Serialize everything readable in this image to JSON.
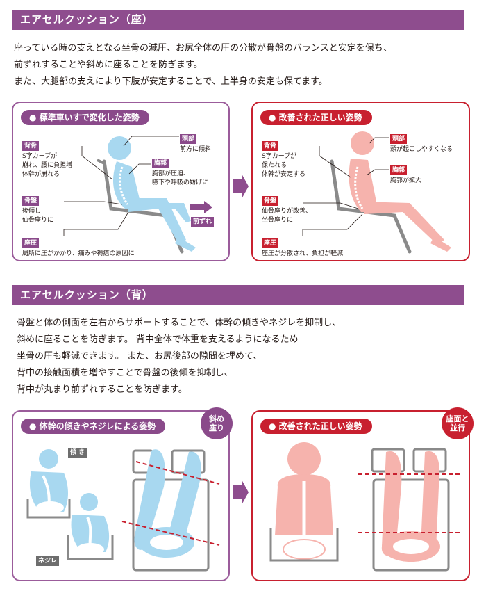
{
  "section1": {
    "header": "エアセルクッション（座）",
    "paragraph": [
      "座っている時の支えとなる坐骨の減圧、お尻全体の圧の分散が骨盤のバランスと安定を保ち、",
      "前ずれすることや斜めに座ることを防ぎます。",
      "また、大腿部の支えにより下肢が安定することで、上半身の安定も保てます。"
    ],
    "left_panel": {
      "title": "● 標準車いすで変化した姿勢",
      "labels": {
        "head": {
          "tag": "頭部",
          "note": "前方に傾斜"
        },
        "chest": {
          "tag": "胸郭",
          "note": "胸部が圧迫、\n嚥下や呼吸の妨げに"
        },
        "spine": {
          "tag": "背骨",
          "note": "S字カーブが\n崩れ、腰に負担増\n体幹が崩れる"
        },
        "pelvis": {
          "tag": "骨盤",
          "note": "後傾し\n仙骨座りに"
        },
        "pressure": {
          "tag": "座圧",
          "note": "局所に圧がかかり、痛みや褥瘡の原因に"
        },
        "slip": {
          "tag": "前ずれ"
        }
      }
    },
    "right_panel": {
      "title": "● 改善された正しい姿勢",
      "labels": {
        "head": {
          "tag": "頭部",
          "note": "頭が起こしやすくなる"
        },
        "chest": {
          "tag": "胸郭",
          "note": "胸郭が拡大"
        },
        "spine": {
          "tag": "背骨",
          "note": "S字カーブが\n保たれる\n体幹が安定する"
        },
        "pelvis": {
          "tag": "骨盤",
          "note": "仙骨座りが改善、\n坐骨座りに"
        },
        "pressure": {
          "tag": "座圧",
          "note": "座圧が分散され、負担が軽減"
        }
      }
    }
  },
  "section2": {
    "header": "エアセルクッション（背）",
    "paragraph": [
      "骨盤と体の側面を左右からサポートすることで、体幹の傾きやネジレを抑制し、",
      "斜めに座ることを防ぎます。 背中全体で体重を支えるようになるため",
      "坐骨の圧も軽減できます。 また、お尻後部の隙間を埋めて、",
      "背中の接触面積を増やすことで骨盤の後傾を抑制し、",
      "背中が丸まり前ずれすることを防ぎます。"
    ],
    "left_panel": {
      "title": "● 体幹の傾きやネジレによる姿勢",
      "badge": "斜め\n座り",
      "tilt_tag": "傾 き",
      "twist_tag": "ネジレ"
    },
    "right_panel": {
      "title": "● 改善された正しい姿勢",
      "badge": "座面と\n並行"
    }
  },
  "colors": {
    "purple": "#8e4d8e",
    "red": "#c8202f",
    "blue_figure": "#a8d8f0",
    "pink_figure": "#f6b3ad"
  }
}
